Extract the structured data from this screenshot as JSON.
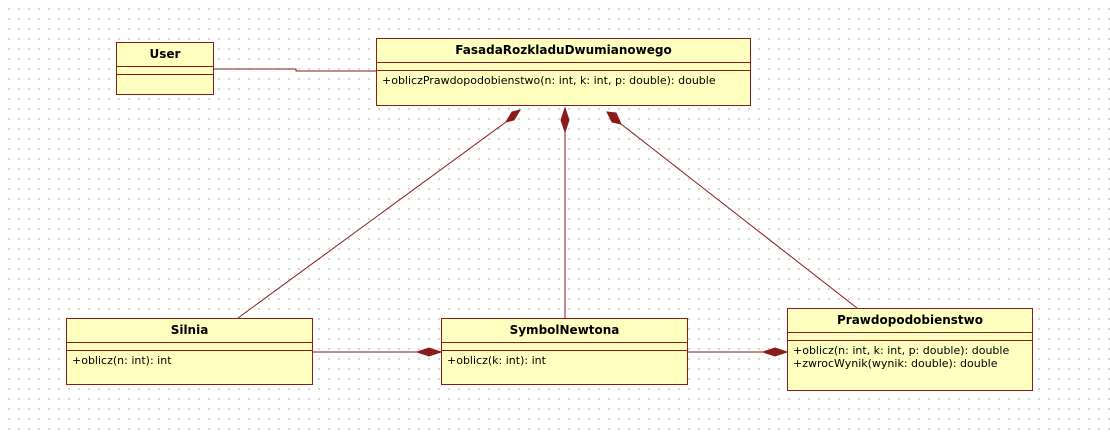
{
  "diagram": {
    "type": "uml-class-diagram",
    "line_color": "#8b1a1a",
    "class_fill": "#ffffc0",
    "classes": {
      "user": {
        "name": "User",
        "operations": []
      },
      "fasada": {
        "name": "FasadaRozkladuDwumianowego",
        "operations": [
          "+obliczPrawdopodobienstwo(n: int, k: int, p: double): double"
        ]
      },
      "silnia": {
        "name": "Silnia",
        "operations": [
          "+oblicz(n: int): int"
        ]
      },
      "symbol": {
        "name": "SymbolNewtona",
        "operations": [
          "+oblicz(k: int): int"
        ]
      },
      "prawdo": {
        "name": "Prawdopodobienstwo",
        "operations": [
          "+oblicz(n: int, k: int, p: double): double",
          "+zwrocWynik(wynik: double): double"
        ]
      }
    },
    "relations": [
      {
        "kind": "association",
        "from": "User",
        "to": "FasadaRozkladuDwumianowego"
      },
      {
        "kind": "composition",
        "whole": "FasadaRozkladuDwumianowego",
        "part": "Silnia"
      },
      {
        "kind": "composition",
        "whole": "FasadaRozkladuDwumianowego",
        "part": "SymbolNewtona"
      },
      {
        "kind": "composition",
        "whole": "FasadaRozkladuDwumianowego",
        "part": "Prawdopodobienstwo"
      },
      {
        "kind": "composition",
        "whole": "SymbolNewtona",
        "part": "Silnia"
      },
      {
        "kind": "composition",
        "whole": "Prawdopodobienstwo",
        "part": "SymbolNewtona"
      }
    ]
  }
}
